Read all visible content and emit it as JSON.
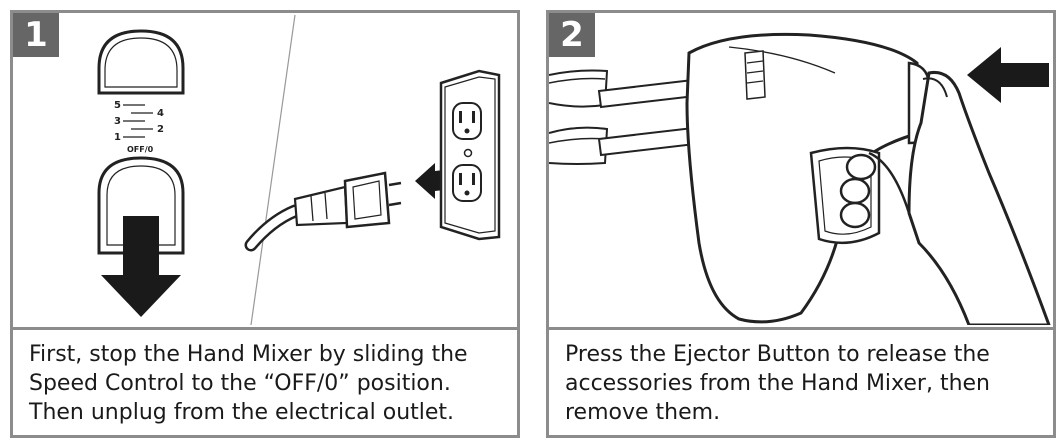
{
  "steps": [
    {
      "number": "1",
      "caption_lines": [
        "First, stop the Hand Mixer by sliding the",
        "Speed Control to the “OFF/0” position.",
        "Then unplug from the electrical outlet."
      ],
      "speed_labels": {
        "s5": "5",
        "s4": "4",
        "s3": "3",
        "s2": "2",
        "s1": "1",
        "off": "OFF/0"
      }
    },
    {
      "number": "2",
      "caption_lines": [
        "Press the Ejector Button to release the",
        "accessories from the Hand Mixer, then",
        "remove them."
      ]
    }
  ],
  "colors": {
    "badge": "#666666",
    "border": "#8c8c8c",
    "arrow": "#1a1a1a"
  },
  "icons": [
    "speed-control-icon",
    "down-arrow-icon",
    "power-plug-icon",
    "wall-outlet-icon",
    "hand-mixer-icon",
    "push-arrow-icon"
  ]
}
